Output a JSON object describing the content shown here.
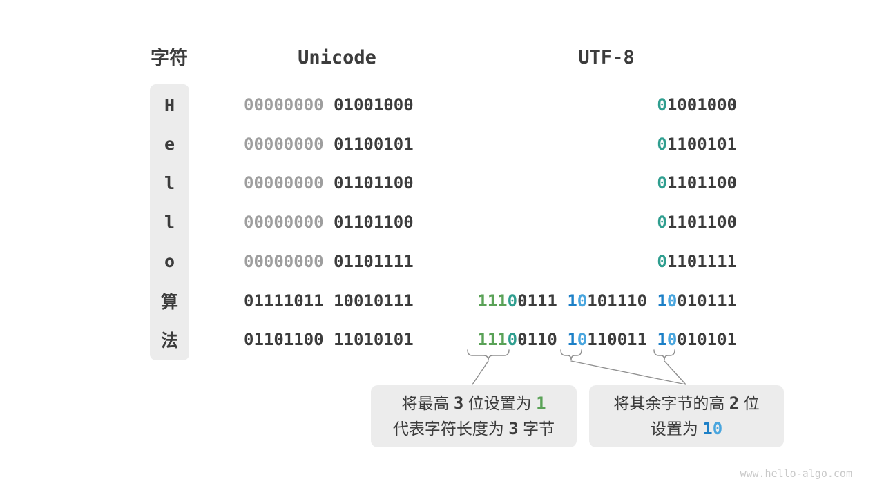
{
  "colors": {
    "dark": "#3c3c3c",
    "gray": "#9e9e9e",
    "teal": "#2f9e8f",
    "green": "#5aa257",
    "blue1": "#1d80c7",
    "blue2": "#48a5de",
    "line": "#8f8f8f",
    "box_bg": "#ececec"
  },
  "header": {
    "char": "字符",
    "unicode": "Unicode",
    "utf8": "UTF-8"
  },
  "rows": [
    {
      "char": "H",
      "char_script": "latin",
      "unicode": [
        {
          "t": "00000000",
          "c": "gray"
        },
        {
          "t": " 01001000",
          "c": "dark"
        }
      ],
      "utf8": [
        {
          "t": "0",
          "c": "teal"
        },
        {
          "t": "1001000",
          "c": "dark"
        }
      ]
    },
    {
      "char": "e",
      "char_script": "latin",
      "unicode": [
        {
          "t": "00000000",
          "c": "gray"
        },
        {
          "t": " 01100101",
          "c": "dark"
        }
      ],
      "utf8": [
        {
          "t": "0",
          "c": "teal"
        },
        {
          "t": "1100101",
          "c": "dark"
        }
      ]
    },
    {
      "char": "l",
      "char_script": "latin",
      "unicode": [
        {
          "t": "00000000",
          "c": "gray"
        },
        {
          "t": " 01101100",
          "c": "dark"
        }
      ],
      "utf8": [
        {
          "t": "0",
          "c": "teal"
        },
        {
          "t": "1101100",
          "c": "dark"
        }
      ]
    },
    {
      "char": "l",
      "char_script": "latin",
      "unicode": [
        {
          "t": "00000000",
          "c": "gray"
        },
        {
          "t": " 01101100",
          "c": "dark"
        }
      ],
      "utf8": [
        {
          "t": "0",
          "c": "teal"
        },
        {
          "t": "1101100",
          "c": "dark"
        }
      ]
    },
    {
      "char": "o",
      "char_script": "latin",
      "unicode": [
        {
          "t": "00000000",
          "c": "gray"
        },
        {
          "t": " 01101111",
          "c": "dark"
        }
      ],
      "utf8": [
        {
          "t": "0",
          "c": "teal"
        },
        {
          "t": "1101111",
          "c": "dark"
        }
      ]
    },
    {
      "char": "算",
      "char_script": "cjk",
      "unicode": [
        {
          "t": "01111011 10010111",
          "c": "dark"
        }
      ],
      "utf8": [
        {
          "t": "111",
          "c": "green"
        },
        {
          "t": "0",
          "c": "teal"
        },
        {
          "t": "0111 ",
          "c": "dark"
        },
        {
          "t": "1",
          "c": "blue1"
        },
        {
          "t": "0",
          "c": "blue2"
        },
        {
          "t": "101110 ",
          "c": "dark"
        },
        {
          "t": "1",
          "c": "blue1"
        },
        {
          "t": "0",
          "c": "blue2"
        },
        {
          "t": "010111",
          "c": "dark"
        }
      ]
    },
    {
      "char": "法",
      "char_script": "cjk",
      "unicode": [
        {
          "t": "01101100 11010101",
          "c": "dark"
        }
      ],
      "utf8": [
        {
          "t": "111",
          "c": "green"
        },
        {
          "t": "0",
          "c": "teal"
        },
        {
          "t": "0110 ",
          "c": "dark"
        },
        {
          "t": "1",
          "c": "blue1"
        },
        {
          "t": "0",
          "c": "blue2"
        },
        {
          "t": "110011 ",
          "c": "dark"
        },
        {
          "t": "1",
          "c": "blue1"
        },
        {
          "t": "0",
          "c": "blue2"
        },
        {
          "t": "010101",
          "c": "dark"
        }
      ]
    }
  ],
  "callouts": [
    {
      "id": "leading-byte-note",
      "lines": [
        [
          {
            "t": "将最高 ",
            "c": "dark"
          },
          {
            "t": "3",
            "c": "dark",
            "mono": true
          },
          {
            "t": " 位设置为 ",
            "c": "dark"
          },
          {
            "t": "1",
            "c": "green",
            "mono": true
          }
        ],
        [
          {
            "t": "代表字符长度为 ",
            "c": "dark"
          },
          {
            "t": "3",
            "c": "dark",
            "mono": true
          },
          {
            "t": " 字节",
            "c": "dark"
          }
        ]
      ]
    },
    {
      "id": "continuation-byte-note",
      "lines": [
        [
          {
            "t": "将其余字节的高 ",
            "c": "dark"
          },
          {
            "t": "2",
            "c": "dark",
            "mono": true
          },
          {
            "t": " 位",
            "c": "dark"
          }
        ],
        [
          {
            "t": "设置为 ",
            "c": "dark"
          },
          {
            "t": "1",
            "c": "blue1",
            "mono": true
          },
          {
            "t": "0",
            "c": "blue2",
            "mono": true
          }
        ]
      ]
    }
  ],
  "watermark": "www.hello-algo.com"
}
